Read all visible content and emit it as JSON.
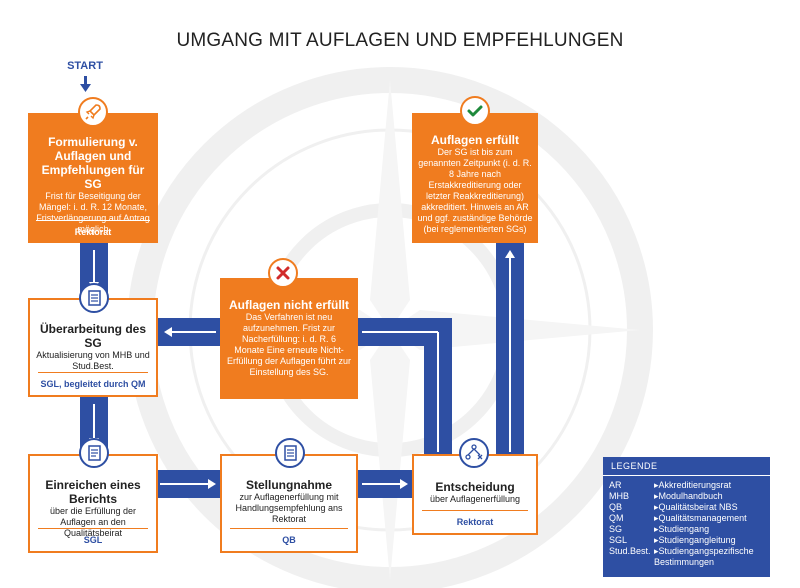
{
  "title": "UMGANG MIT AUFLAGEN UND EMPFEHLUNGEN",
  "start_label": "START",
  "boxes": {
    "formulierung": {
      "heading": "Formulierung v. Auflagen und Empfehlungen für SG",
      "text": "Frist für Beseitigung der Mängel: i. d. R. 12 Monate, Fristverlängerung auf Antrag möglich",
      "responsible": "Rektorat"
    },
    "ueberarbeitung": {
      "heading": "Überarbeitung des SG",
      "text": "Aktualisierung von MHB und Stud.Best.",
      "responsible": "SGL, begleitet durch QM"
    },
    "einreichen": {
      "heading": "Einreichen eines Berichts",
      "text": "über die Erfüllung der Auflagen an den Qualitätsbeirat",
      "responsible": "SGL"
    },
    "stellungnahme": {
      "heading": "Stellungnahme",
      "text": "zur Auflagenerfüllung mit Handlungsempfehlung ans Rektorat",
      "responsible": "QB"
    },
    "entscheidung": {
      "heading": "Entscheidung",
      "text": "über Auflagenerfüllung",
      "responsible": "Rektorat"
    },
    "nicht_erfuellt": {
      "heading": "Auflagen nicht erfüllt",
      "text": "Das Verfahren ist neu aufzunehmen. Frist zur Nacherfüllung: i. d. R. 6 Monate Eine erneute Nicht-Erfüllung der Auflagen führt zur Einstellung des SG."
    },
    "erfuellt": {
      "heading": "Auflagen erfüllt",
      "text": "Der SG ist bis zum genannten Zeitpunkt (i. d. R. 8 Jahre nach Erstakkreditierung oder letzter Reakkreditierung) akkreditiert. Hinweis an AR und ggf. zuständige Behörde (bei reglementierten SGs)"
    }
  },
  "legend": {
    "title": "LEGENDE",
    "entries": [
      {
        "abbr": "AR",
        "meaning": "Akkreditierungsrat"
      },
      {
        "abbr": "MHB",
        "meaning": "Modulhandbuch"
      },
      {
        "abbr": "QB",
        "meaning": "Qualitätsbeirat NBS"
      },
      {
        "abbr": "QM",
        "meaning": "Qualitätsmanagement"
      },
      {
        "abbr": "SG",
        "meaning": "Studiengang"
      },
      {
        "abbr": "SGL",
        "meaning": "Studiengangleitung"
      },
      {
        "abbr": "Stud.Best.",
        "meaning": "Studiengangspezifische Bestimmungen"
      }
    ]
  },
  "colors": {
    "orange": "#f07c1f",
    "blue": "#2e4fa3",
    "green": "#1e8a3c",
    "red": "#d12b2b"
  }
}
